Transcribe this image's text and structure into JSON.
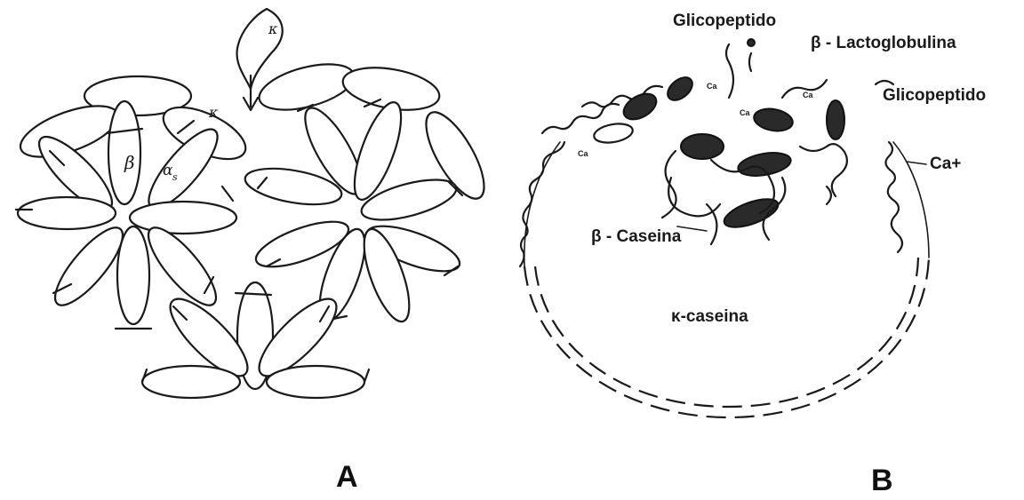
{
  "panels": {
    "a": {
      "letter": "A",
      "labels": {
        "kappa_top": "κ",
        "kappa_side": "κ",
        "beta": "β",
        "alpha_s": "α",
        "alpha_sub": "s"
      }
    },
    "b": {
      "letter": "B",
      "labels": {
        "glicopeptido_top": "Glicopeptido",
        "beta_lactoglobulina": "β - Lactoglobulina",
        "glicopeptido_right": "Glicopeptido",
        "calcium": "Ca+",
        "beta_caseina": "β - Caseina",
        "kappa_caseina": "κ-caseina",
        "ca_marks": [
          "Ca",
          "Ca",
          "Ca",
          "Ca"
        ]
      }
    }
  },
  "colors": {
    "ink": "#1a1a1a",
    "background": "#ffffff"
  }
}
